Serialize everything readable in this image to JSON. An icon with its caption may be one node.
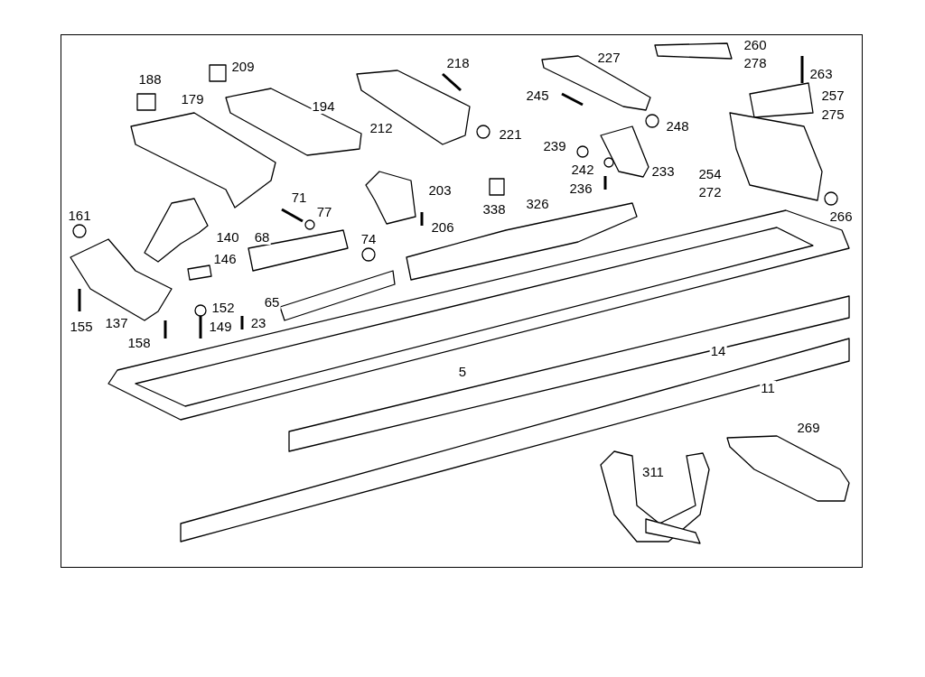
{
  "diagram": {
    "labels": [
      "260",
      "278",
      "263",
      "227",
      "188",
      "209",
      "218",
      "257",
      "275",
      "179",
      "194",
      "245",
      "212",
      "221",
      "248",
      "239",
      "233",
      "254",
      "272",
      "242",
      "236",
      "71",
      "77",
      "203",
      "338",
      "326",
      "161",
      "206",
      "266",
      "140",
      "68",
      "74",
      "146",
      "152",
      "65",
      "155",
      "137",
      "158",
      "149",
      "23",
      "14",
      "5",
      "11",
      "269",
      "311"
    ]
  }
}
